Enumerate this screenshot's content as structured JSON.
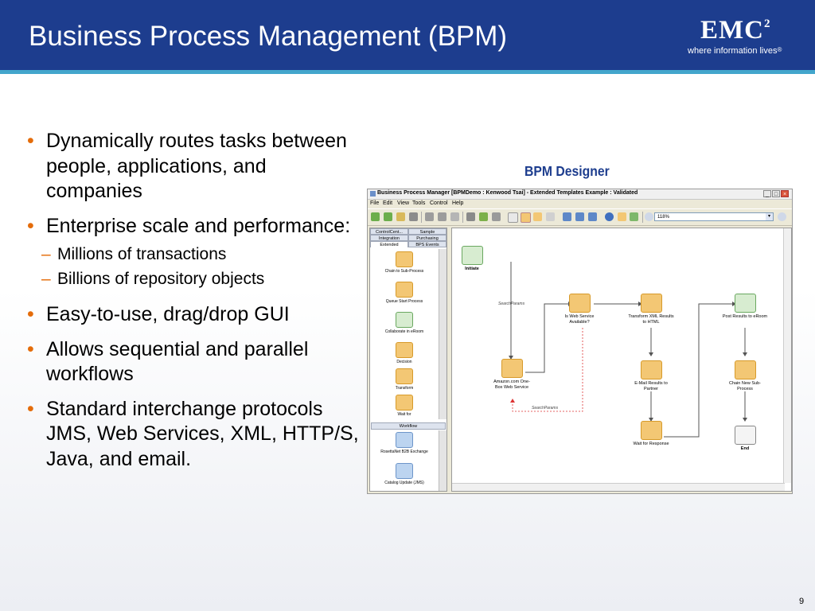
{
  "slide": {
    "title": "Business Process Management (BPM)",
    "logo_text": "EMC",
    "logo_sup": "2",
    "logo_tagline": "where information lives",
    "logo_reg": "®",
    "page_number": "9"
  },
  "bullets": [
    {
      "text": "Dynamically routes tasks between people, applications, and companies",
      "sub": []
    },
    {
      "text": "Enterprise scale and performance:",
      "sub": [
        "Millions of transactions",
        "Billions of repository objects"
      ]
    },
    {
      "text": "Easy-to-use, drag/drop GUI",
      "sub": []
    },
    {
      "text": "Allows sequential and parallel workflows",
      "sub": []
    },
    {
      "text": "Standard interchange protocols JMS, Web Services, XML, HTTP/S, Java, and email.",
      "sub": []
    }
  ],
  "designer_label": "BPM Designer",
  "app": {
    "window_title": "Business Process Manager  [BPMDemo : Kenwood Tsai] - Extended Templates Example : Validated",
    "menu": [
      "File",
      "Edit",
      "View",
      "Tools",
      "Control",
      "Help"
    ],
    "zoom": "118%",
    "palette_tabs_row1": [
      "ControlCent...",
      "Sample"
    ],
    "palette_tabs_row2": [
      "Integration",
      "Purchasing"
    ],
    "palette_tabs_row3": [
      "Extended",
      "BPS Events"
    ],
    "palette_items": [
      {
        "label": "Chain to Sub-Process"
      },
      {
        "label": "Queue Start Process"
      },
      {
        "label": "Collaborate in eRoom"
      },
      {
        "label": "Decision"
      },
      {
        "label": "Transform"
      },
      {
        "label": "Wait for"
      }
    ],
    "palette_group": "Workflow",
    "palette_items2": [
      {
        "label": "RosettaNet B2B Exchange"
      },
      {
        "label": "Catalog Update (JMS)"
      }
    ],
    "nodes": [
      {
        "id": "initiate",
        "label": "Initiate"
      },
      {
        "id": "ws",
        "label": "Is Web Service Available?"
      },
      {
        "id": "xml",
        "label": "Transform XML Results to HTML"
      },
      {
        "id": "post",
        "label": "Post Results to eRoom"
      },
      {
        "id": "amazon",
        "label": "Amazon.com One-Box Web Service"
      },
      {
        "id": "email",
        "label": "E-Mail Results to Partner"
      },
      {
        "id": "chain",
        "label": "Chain New Sub-Process"
      },
      {
        "id": "wait",
        "label": "Wait for Response"
      },
      {
        "id": "end",
        "label": "End"
      }
    ],
    "edge_labels": [
      "SearchParams",
      "SearchParams"
    ]
  }
}
